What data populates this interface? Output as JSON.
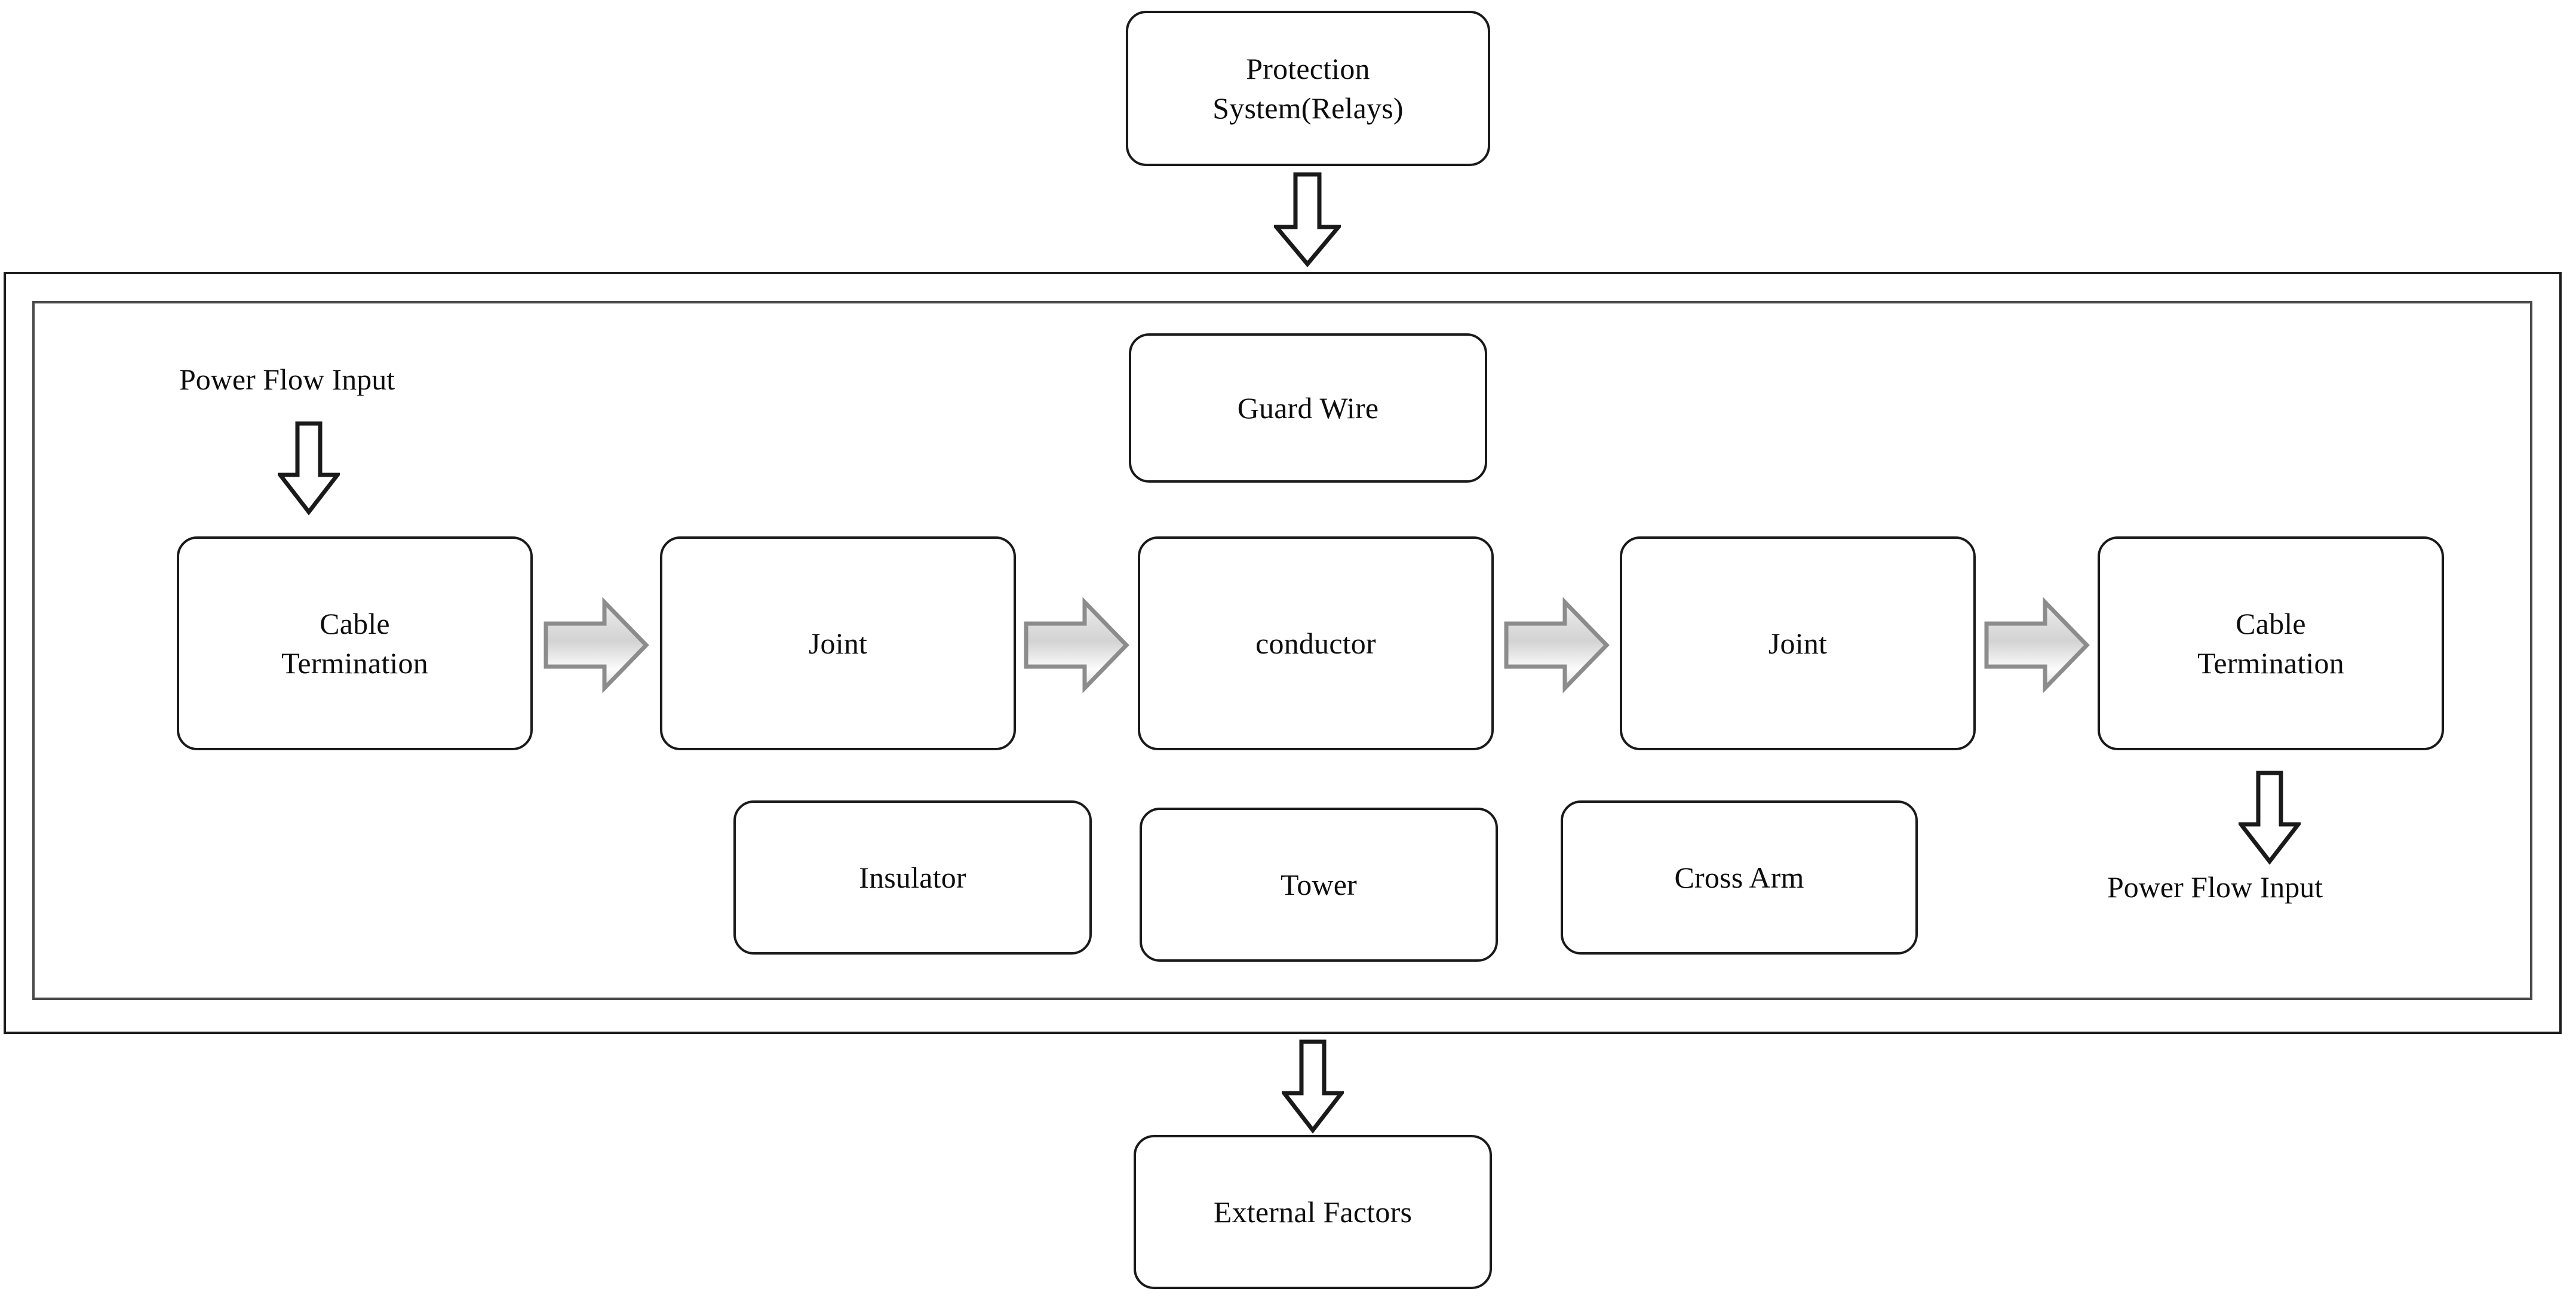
{
  "diagram": {
    "title_node": {
      "line1": "Protection",
      "line2": "System(Relays)"
    },
    "bottom_node": {
      "label": "External Factors"
    },
    "guard_node": {
      "label": "Guard Wire"
    },
    "input_label": "Power Flow Input",
    "output_label": "Power Flow Input",
    "main_chain": [
      {
        "id": "cable-termination-left",
        "line1": "Cable",
        "line2": "Termination"
      },
      {
        "id": "joint-left",
        "line1": "Joint",
        "line2": ""
      },
      {
        "id": "conductor",
        "line1": "conductor",
        "line2": ""
      },
      {
        "id": "joint-right",
        "line1": "Joint",
        "line2": ""
      },
      {
        "id": "cable-termination-right",
        "line1": "Cable",
        "line2": "Termination"
      }
    ],
    "support_row": [
      {
        "id": "insulator",
        "label": "Insulator"
      },
      {
        "id": "tower",
        "label": "Tower"
      },
      {
        "id": "cross-arm",
        "label": "Cross Arm"
      }
    ],
    "arrows": {
      "protection_to_frame": "down-block-arrow",
      "frame_to_external": "down-block-arrow",
      "power_in": "down-block-arrow",
      "power_out": "down-block-arrow",
      "chain": [
        "right-block-arrow",
        "right-block-arrow",
        "right-block-arrow",
        "right-block-arrow"
      ]
    },
    "colors": {
      "node_border": "#1a1a1a",
      "frame_outer": "#1c1c1c",
      "frame_inner": "#4a4a4a",
      "text": "#0d0d0d",
      "chain_arrow_fill": "#d9d9d9",
      "chain_arrow_stroke": "#8c8c8c",
      "vertical_arrow_fill": "#ffffff",
      "vertical_arrow_stroke": "#1a1a1a",
      "background": "#ffffff"
    }
  }
}
